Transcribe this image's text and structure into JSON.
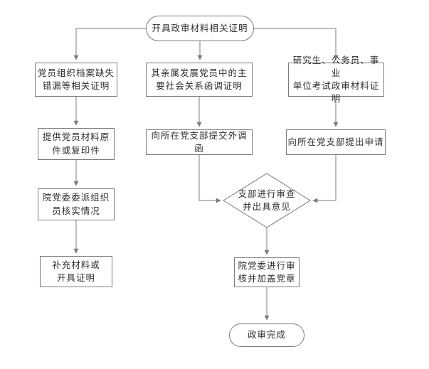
{
  "palette": {
    "line_color": "#7d7d7d",
    "border_color": "#7a7a7a",
    "text_color": "#2e2e2e",
    "node_fill": "#ffffff",
    "background": "#ffffff"
  },
  "flowchart": {
    "start_node": {
      "label": "开具政审材料相关证明",
      "shape": "stadium"
    },
    "branch_left": {
      "step1": {
        "label": "党员组织档案缺失\n错漏等相关证明"
      },
      "step2": {
        "label": "提供党员材料原\n件或复印件"
      },
      "step3": {
        "label": "院党委委派组织\n员核实情况"
      },
      "step4": {
        "label": "补充材料或\n开具证明"
      }
    },
    "branch_middle": {
      "step1": {
        "label": "其亲属发展党员中的主\n要社会关系函调证明"
      },
      "step2": {
        "label": "向所在党支部提交外调函"
      }
    },
    "branch_right": {
      "step1": {
        "label": "研究生、公务员、事业\n单位考试政审材料证明"
      },
      "step2": {
        "label": "向所在党支部提出申请"
      }
    },
    "decision_node": {
      "label": "支部进行审查\n并出具意见",
      "shape": "diamond"
    },
    "review_node": {
      "label": "院党委进行审\n核并加盖党章"
    },
    "end_node": {
      "label": "政审完成",
      "shape": "stadium"
    }
  }
}
